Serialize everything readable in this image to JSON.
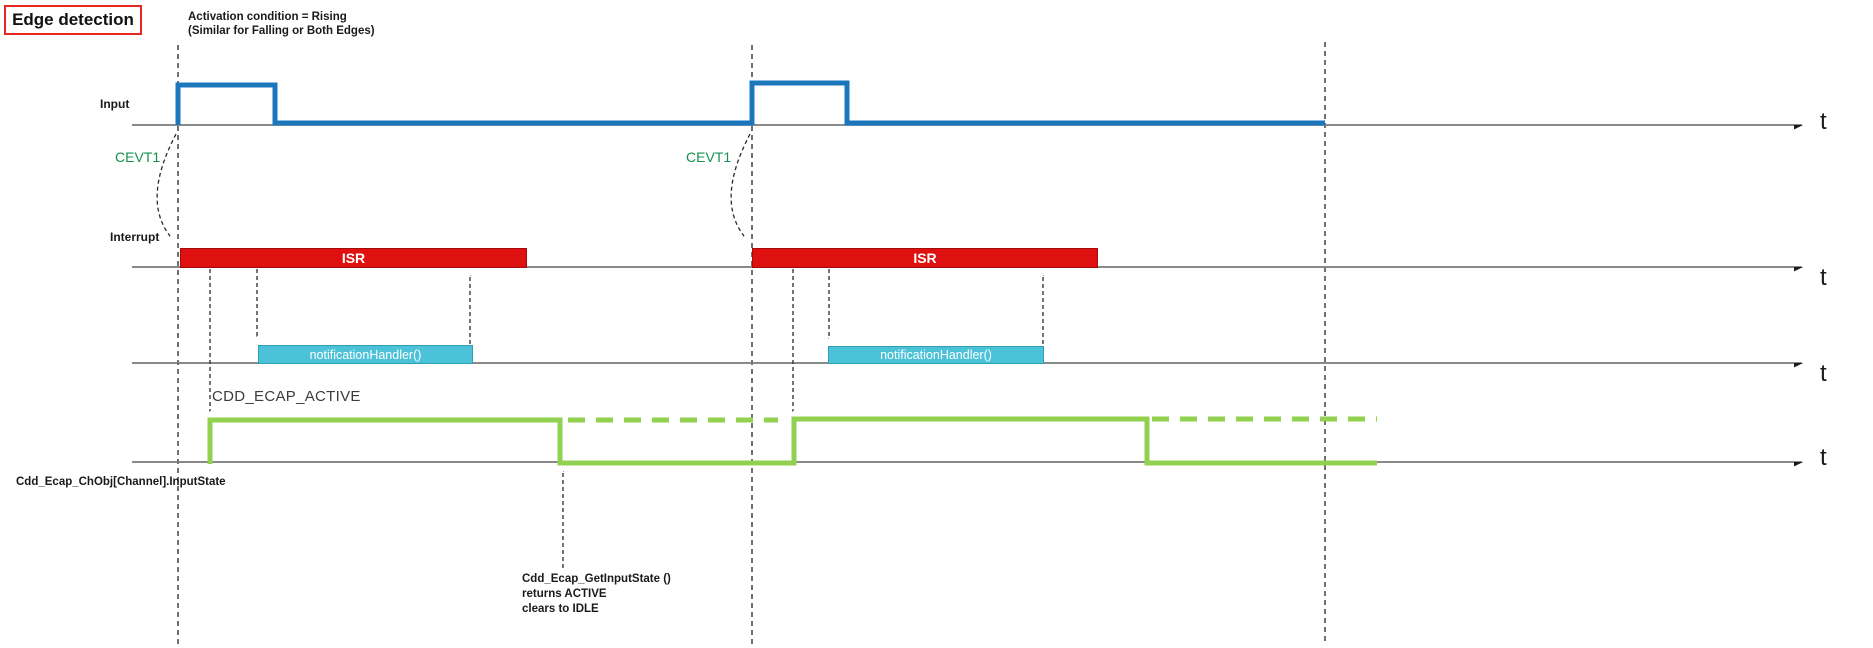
{
  "title": "Edge detection",
  "subtitle": {
    "line1": "Activation condition = Rising",
    "line2": "(Similar for Falling or Both Edges)"
  },
  "rows": {
    "input_label": "Input",
    "interrupt_label": "Interrupt",
    "state_active_label": "CDD_ECAP_ACTIVE",
    "state_object_label": "Cdd_Ecap_ChObj[Channel].InputState"
  },
  "events": {
    "cevt1_first": "CEVT1",
    "cevt1_second": "CEVT1"
  },
  "bars": {
    "isr_first": "ISR",
    "isr_second": "ISR",
    "notification_first": "notificationHandler()",
    "notification_second": "notificationHandler()"
  },
  "annotation": {
    "line1": "Cdd_Ecap_GetInputState ()",
    "line2": "returns ACTIVE",
    "line3": "clears to IDLE"
  },
  "time_axis_label": "t",
  "colors": {
    "signal_blue": "#1b76bc",
    "isr_red": "#de1010",
    "isr_red_border": "#a50a0a",
    "notification_cyan": "#4bc2d8",
    "notification_cyan_border": "#2e9fb5",
    "state_green": "#92d050",
    "cevt_green": "#13914e",
    "title_box_red": "#e8281e",
    "axis_gray": "#7a7a7a"
  }
}
